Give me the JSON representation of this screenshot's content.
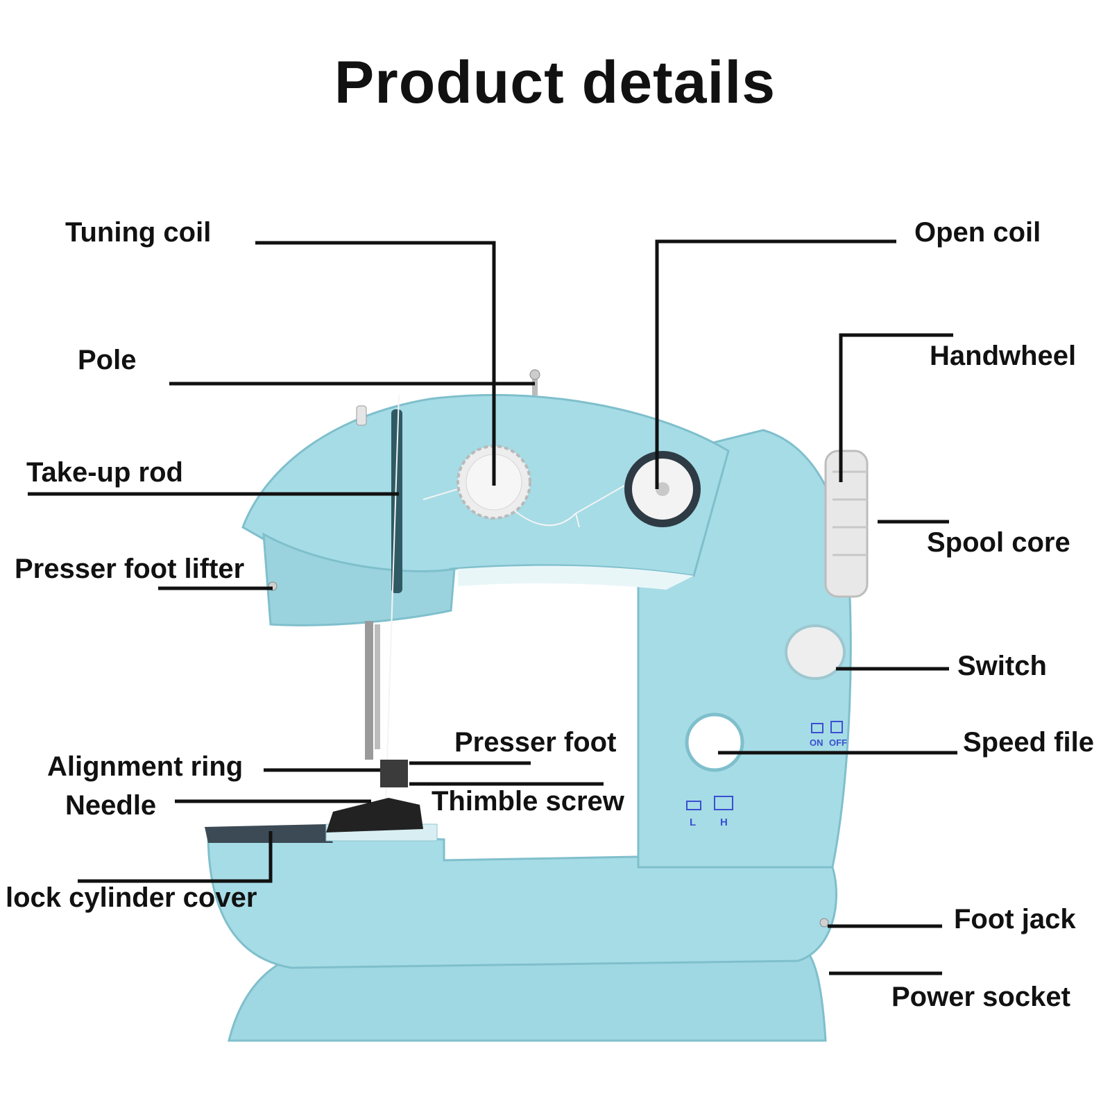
{
  "title": "Product details",
  "labels": {
    "tuning_coil": "Tuning coil",
    "pole": "Pole",
    "take_up_rod": "Take-up rod",
    "presser_foot_lifter": "Presser foot lifter",
    "alignment_ring": "Alignment ring",
    "needle": "Needle",
    "lock_cylinder_cover": "lock cylinder cover",
    "presser_foot": "Presser foot",
    "thimble_screw": "Thimble screw",
    "open_coil": "Open coil",
    "handwheel": "Handwheel",
    "spool_core": "Spool core",
    "switch": "Switch",
    "speed_file": "Speed file",
    "foot_jack": "Foot jack",
    "power_socket": "Power socket"
  },
  "machine_marks": {
    "on": "ON",
    "off": "OFF",
    "low": "L",
    "high": "H"
  },
  "colors": {
    "body": "#a6dce6",
    "body_shadow": "#86c6d3",
    "body_highlight": "#c8ecf2",
    "knob": "#ececec",
    "leader": "#111111",
    "mark": "#3a4fd0"
  }
}
